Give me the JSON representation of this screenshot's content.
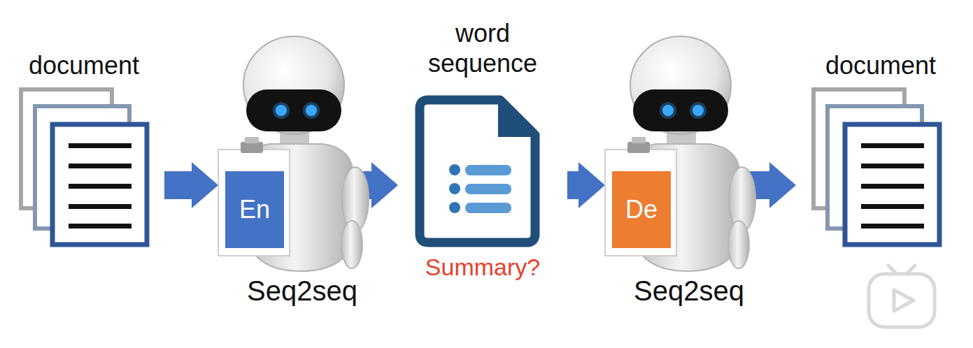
{
  "diagram": {
    "nodes": [
      {
        "text": [
          "document"
        ]
      },
      {
        "text": [
          "En"
        ]
      },
      {
        "text": [
          "word sequence",
          "Summary?"
        ]
      },
      {
        "text": [
          "De"
        ]
      },
      {
        "text": [
          "document"
        ]
      }
    ],
    "edges": [
      {
        "from": 0,
        "to": 1,
        "arrow": "to"
      },
      {
        "from": 1,
        "to": 2,
        "arrow": "to"
      },
      {
        "from": 2,
        "to": 3,
        "arrow": "to"
      },
      {
        "from": 3,
        "to": 4,
        "arrow": "to"
      }
    ],
    "labels": [
      "Seq2seq",
      "Seq2seq"
    ]
  }
}
